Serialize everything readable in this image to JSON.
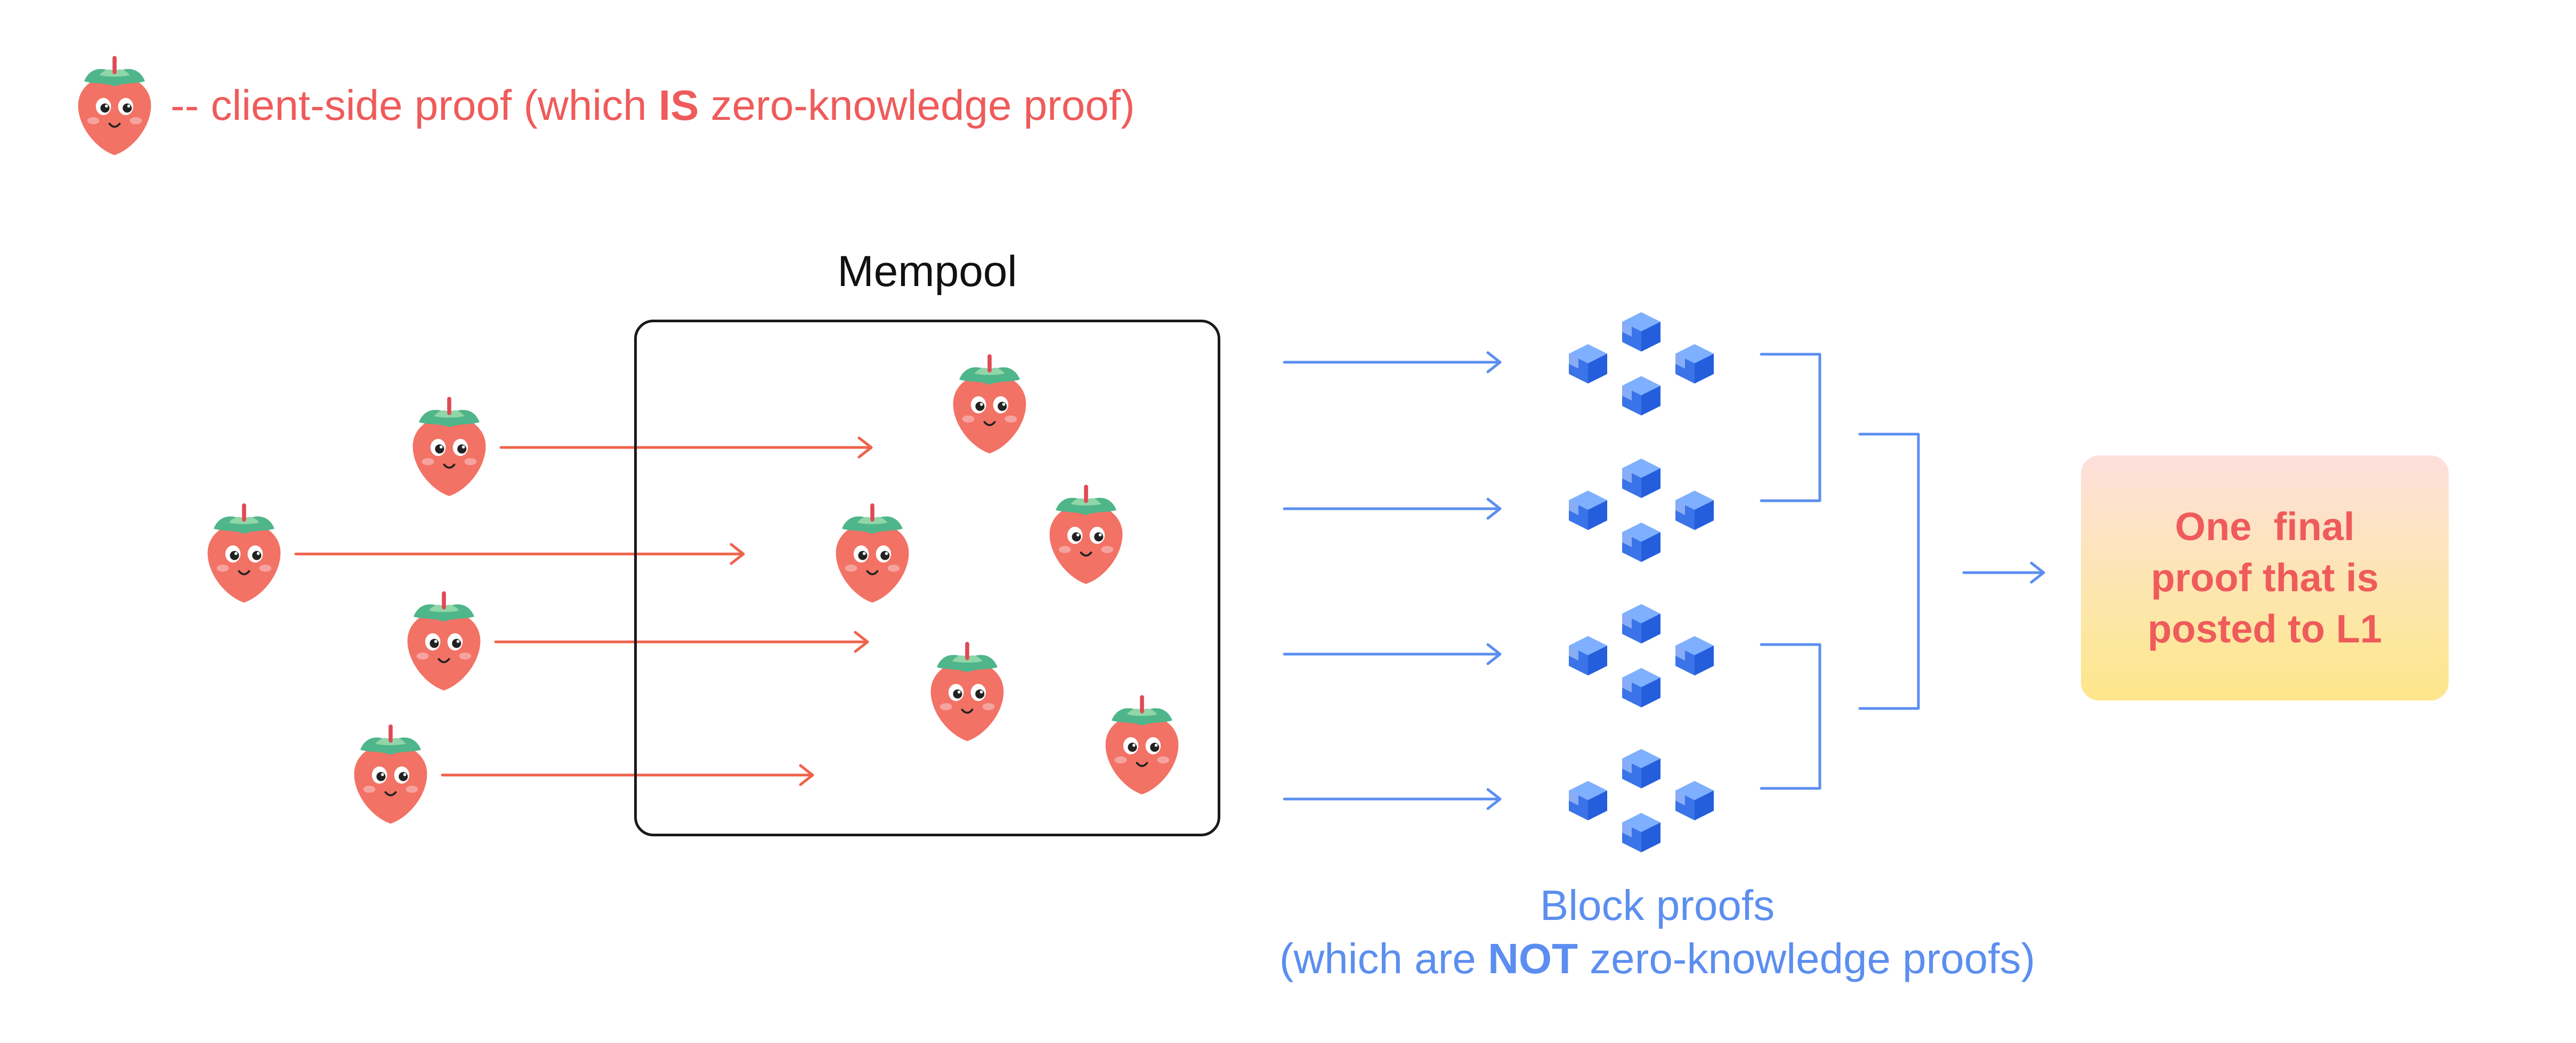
{
  "legend": {
    "prefix": "-- client-side proof (which ",
    "emphasis": "IS",
    "suffix": " zero-knowledge proof)"
  },
  "mempool": {
    "title": "Mempool"
  },
  "block_proofs": {
    "caption_line1": "Block proofs",
    "caption_line2_prefix": "(which are ",
    "caption_line2_emphasis": "NOT",
    "caption_line2_suffix": " zero-knowledge proofs)"
  },
  "final_proof": {
    "label": "One  final\nproof that is\nposted to L1"
  },
  "colors": {
    "strawberry": "#f27265",
    "client_arrow": "#f0624a",
    "block_arrow": "#5b8ef0",
    "cube": "#3d7bef",
    "text_red": "#ef5b5b",
    "text_blue": "#5b8ef0"
  },
  "icons": [
    "strawberry-icon",
    "block-cube-icon",
    "arrow-icon",
    "bracket-icon"
  ]
}
